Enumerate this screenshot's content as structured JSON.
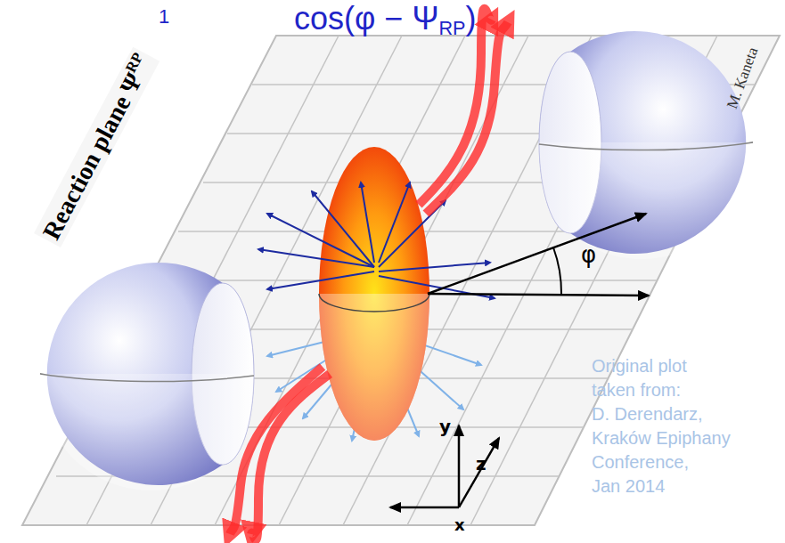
{
  "diagram": {
    "labels": [
      "1",
      "cos(φ − Ψ",
      "RP",
      ")",
      "Reaction plane Ψ",
      "RP",
      "M. Kaneta",
      "φ",
      "y",
      "z",
      "x",
      "Original plot",
      "taken from:",
      "D. Derendarz,",
      "Kraków Epiphany",
      "Conference,",
      "Jan 2014"
    ]
  }
}
